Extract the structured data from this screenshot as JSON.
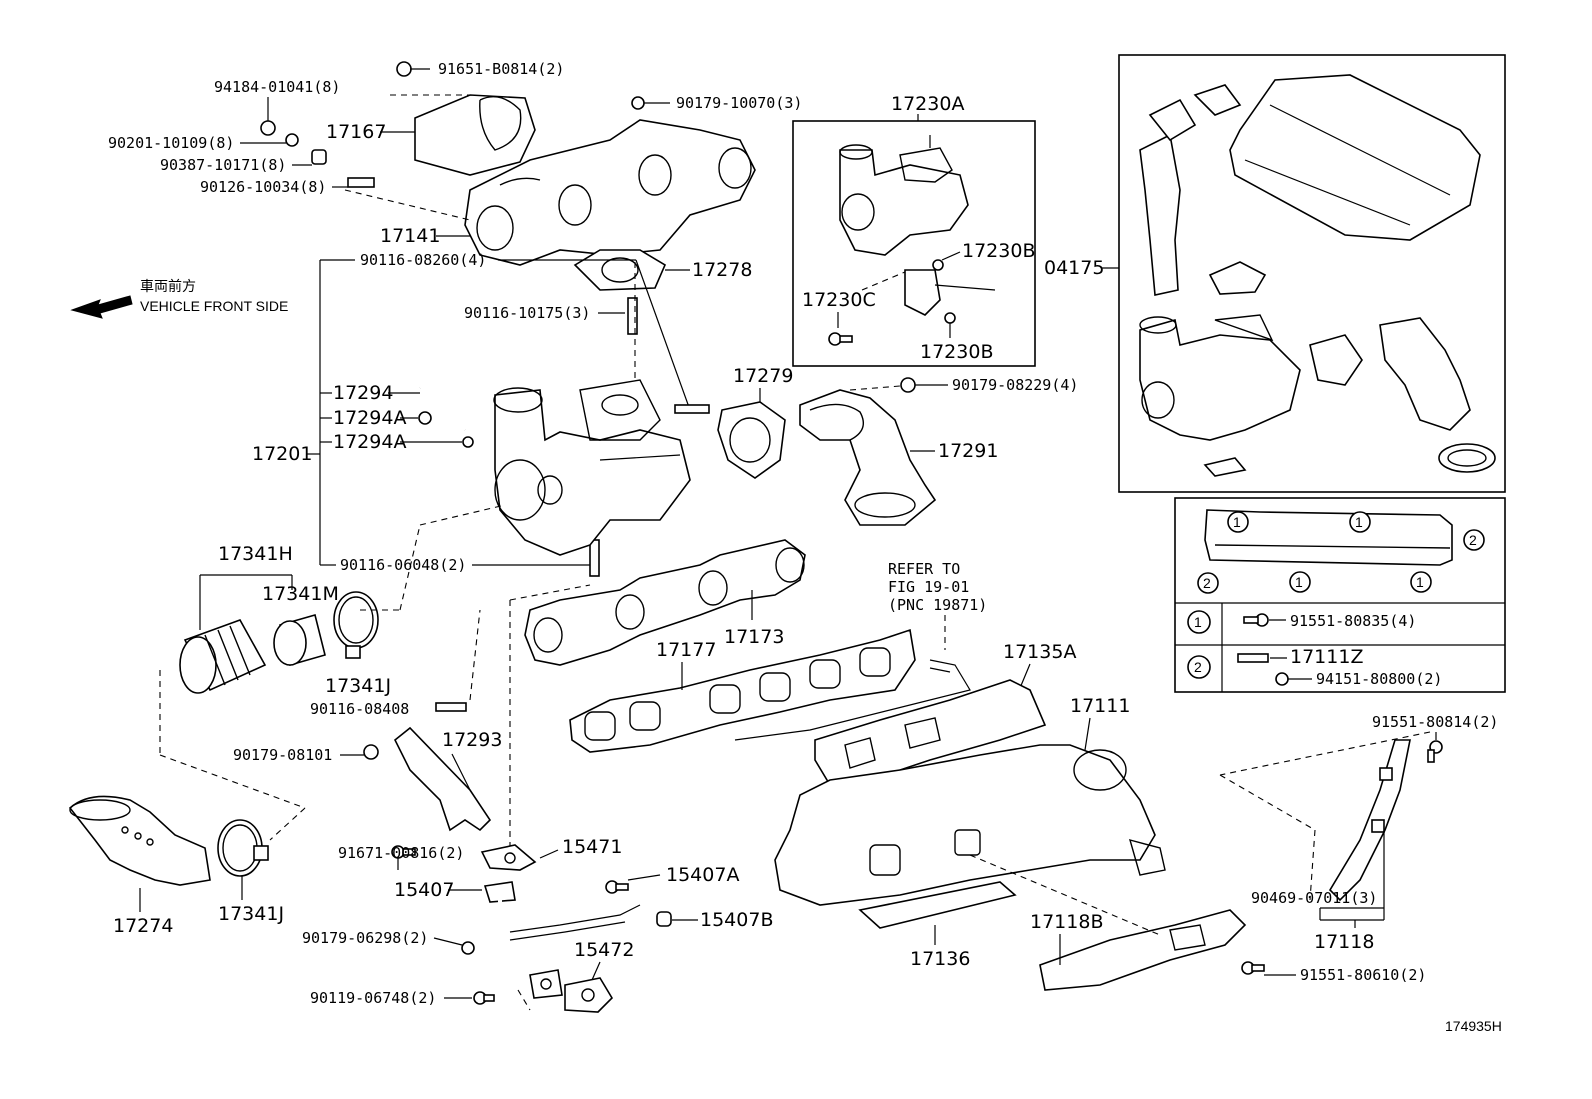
{
  "direction": {
    "jp": "車両前方",
    "en": "VEHICLE FRONT SIDE"
  },
  "labels": {
    "p91651": "91651-B0814(2)",
    "p94184": "94184-01041(8)",
    "p90201": "90201-10109(8)",
    "p90387": "90387-10171(8)",
    "p90126": "90126-10034(8)",
    "p17167": "17167",
    "p90179a": "90179-10070(3)",
    "p17141": "17141",
    "p17278": "17278",
    "p90116a": "90116-10175(3)",
    "p90116b": "90116-08260(4)",
    "p17294": "17294",
    "p17294A1": "17294A",
    "p17294A2": "17294A",
    "p17201": "17201",
    "p90116c": "90116-06048(2)",
    "p17341H": "17341H",
    "p17341M": "17341M",
    "p17341J1": "17341J",
    "p90116d": "90116-08408",
    "p90179b": "90179-08101",
    "p17293": "17293",
    "p91671": "91671-00816(2)",
    "p17274": "17274",
    "p17341J2": "17341J",
    "p15471": "15471",
    "p15407": "15407",
    "p15407A": "15407A",
    "p15407B": "15407B",
    "p90179c": "90179-06298(2)",
    "p15472": "15472",
    "p90119": "90119-06748(2)",
    "p17230A": "17230A",
    "p17230B1": "17230B",
    "p17230C": "17230C",
    "p17230B2": "17230B",
    "p17279": "17279",
    "p90179d": "90179-08229(4)",
    "p17291": "17291",
    "p17173": "17173",
    "p17177": "17177",
    "refer1": "REFER TO",
    "refer2": "FIG 19-01",
    "refer3": "(PNC 19871)",
    "p17135A": "17135A",
    "p17111": "17111",
    "p17136": "17136",
    "p17118B": "17118B",
    "p91551a": "91551-80814(2)",
    "p90469": "90469-07011(3)",
    "p17118": "17118",
    "p91551b": "91551-80610(2)",
    "p04175": "04175",
    "code": "174935H"
  },
  "legend": {
    "row1_num": "1",
    "row1_part": "91551-80835(4)",
    "row2_num": "2",
    "row2_part_a": "17111Z",
    "row2_part_b": "94151-80800(2)",
    "markers": [
      "1",
      "1",
      "2",
      "2",
      "1",
      "1"
    ]
  }
}
